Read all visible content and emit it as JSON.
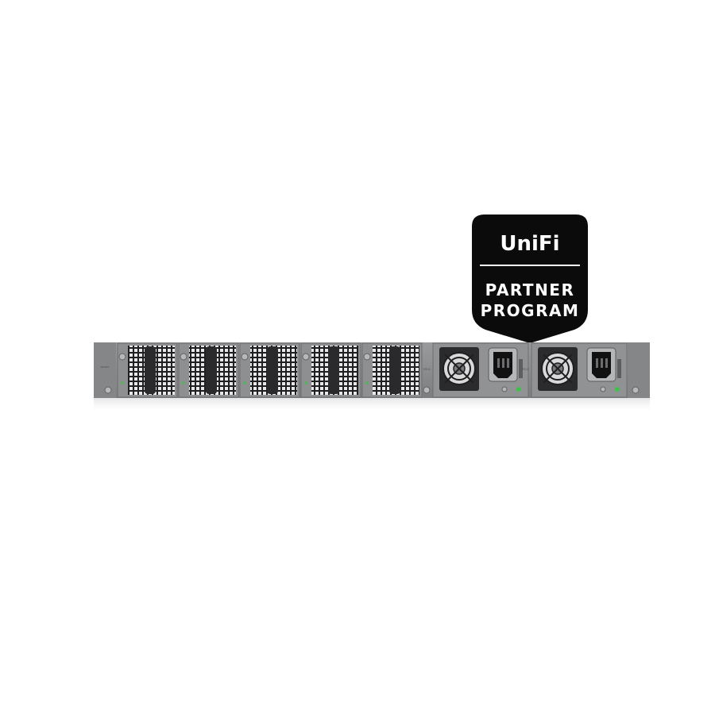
{
  "badge": {
    "brand": "UniFi",
    "line1": "PARTNER",
    "line2": "PROGRAM"
  },
  "device": {
    "fan_module_count": 5,
    "psu_count": 2,
    "psu_labels": [
      "PSU1",
      "PSU2"
    ],
    "chassis_color": "#8a8b8d",
    "led_color": "#3fc14a"
  },
  "icons": {
    "fan": "fan-grille-icon",
    "power_inlet": "iec-power-inlet-icon",
    "screw": "thumbscrew-icon"
  }
}
